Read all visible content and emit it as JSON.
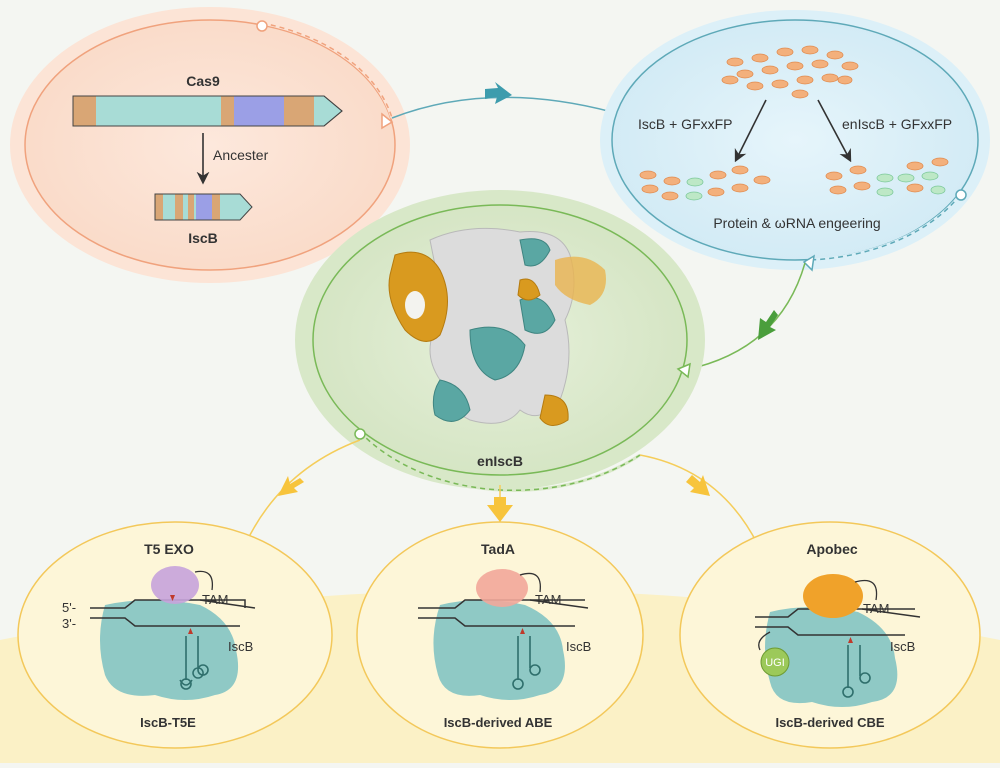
{
  "top_left": {
    "cas9_label": "Cas9",
    "arrow_label": "Ancester",
    "iscb_label": "IscB"
  },
  "top_right": {
    "left_label": "IscB + GFxxFP",
    "right_label": "enIscB + GFxxFP",
    "caption": "Protein  & ωRNA engeering"
  },
  "center": {
    "label": "enIscB"
  },
  "panels": [
    {
      "top_label": "T5 EXO",
      "bottom_label": "IscB-T5E",
      "five_prime": "5'-",
      "three_prime": "3'-",
      "tam": "TAM",
      "iscb": "IscB",
      "effector_color": "#c7a3dc"
    },
    {
      "top_label": "TadA",
      "bottom_label": "IscB-derived ABE",
      "tam": "TAM",
      "iscb": "IscB",
      "effector_color": "#f2a79a"
    },
    {
      "top_label": "Apobec",
      "bottom_label": "IscB-derived CBE",
      "tam": "TAM",
      "iscb": "IscB",
      "ugi": "UGI",
      "effector_color": "#f0a22a"
    }
  ],
  "colors": {
    "orange_region": "#fbe1d2",
    "blue_region": "#dcf0f8",
    "green_region": "#d9e8c9",
    "yellow_region": "#fbf2c8",
    "teal": "#5aa7a3",
    "protein_teal": "#8fc9c5",
    "protein_gold": "#d99a1f",
    "protein_grey": "#d9d9d9"
  }
}
